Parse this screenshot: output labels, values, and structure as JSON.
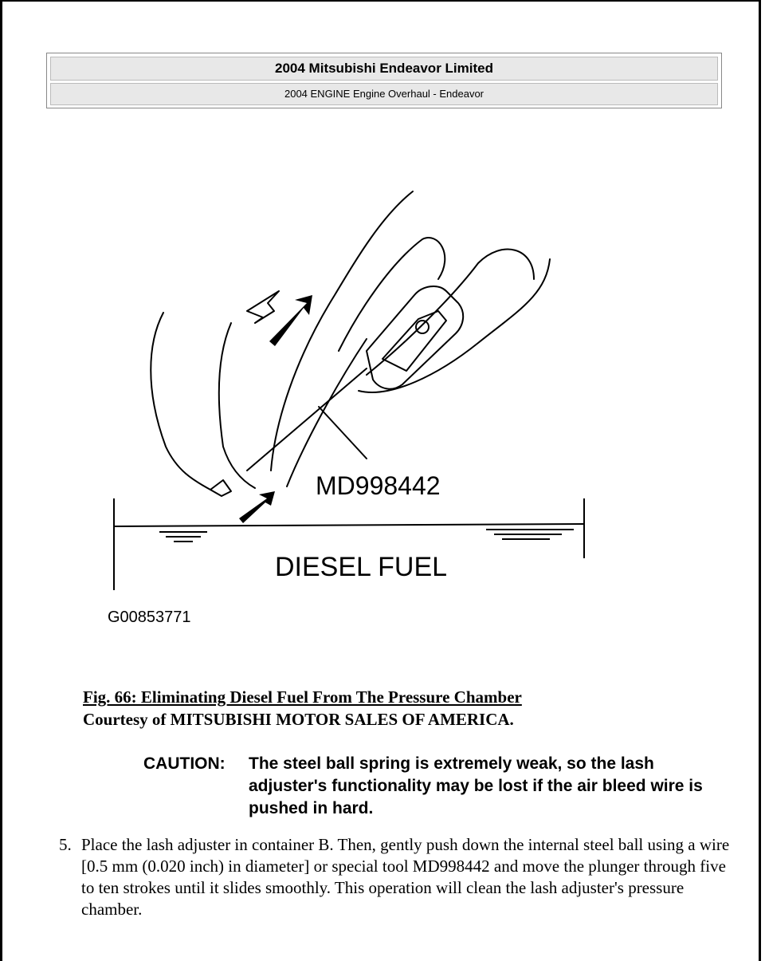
{
  "header": {
    "title": "2004 Mitsubishi Endeavor Limited",
    "subtitle": "2004 ENGINE Engine Overhaul - Endeavor"
  },
  "figure": {
    "tool_label": "MD998442",
    "fluid_label": "DIESEL FUEL",
    "figure_id": "G00853771"
  },
  "caption": {
    "title": "Fig. 66: Eliminating Diesel Fuel From The Pressure Chamber",
    "courtesy": "Courtesy of MITSUBISHI MOTOR SALES OF AMERICA."
  },
  "caution": {
    "label": "CAUTION:",
    "text": "The steel ball spring is extremely weak, so the lash adjuster's functionality may be lost if the air bleed wire is pushed in hard."
  },
  "step": {
    "number": "5.",
    "text": "Place the lash adjuster in container B. Then, gently push down the internal steel ball using a wire [0.5 mm (0.020 inch) in diameter] or special tool MD998442 and move the plunger through five to ten strokes until it slides smoothly. This operation will clean the lash adjuster's pressure chamber."
  }
}
